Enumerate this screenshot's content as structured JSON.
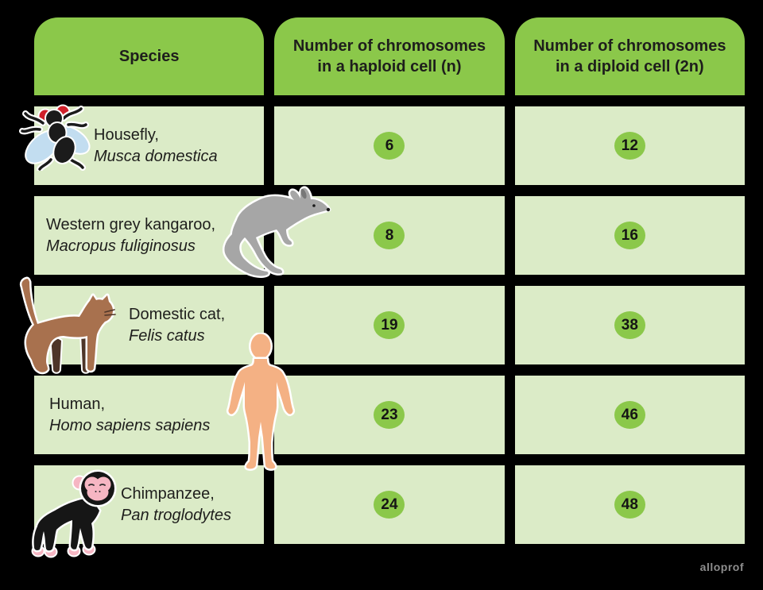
{
  "table": {
    "headers": [
      {
        "label": "Species"
      },
      {
        "label": "Number of chromosomes in a haploid cell (n)"
      },
      {
        "label": "Number of chromosomes in a diploid cell (2n)"
      }
    ],
    "rows": [
      {
        "icon": "housefly-icon",
        "common_name": "Housefly,",
        "scientific_name": "Musca domestica",
        "haploid": "6",
        "diploid": "12"
      },
      {
        "icon": "kangaroo-icon",
        "common_name": "Western grey kangaroo,",
        "scientific_name": "Macropus fuliginosus",
        "haploid": "8",
        "diploid": "16"
      },
      {
        "icon": "cat-icon",
        "common_name": "Domestic cat,",
        "scientific_name": "Felis catus",
        "haploid": "19",
        "diploid": "38"
      },
      {
        "icon": "human-icon",
        "common_name": "Human,",
        "scientific_name": "Homo sapiens sapiens",
        "haploid": "23",
        "diploid": "46"
      },
      {
        "icon": "chimpanzee-icon",
        "common_name": "Chimpanzee,",
        "scientific_name": "Pan troglodytes",
        "haploid": "24",
        "diploid": "48"
      }
    ]
  },
  "watermark": "alloprof",
  "colors": {
    "background": "#000000",
    "header_green": "#8BC84A",
    "row_green": "#DBEBC7",
    "badge_green": "#8BC84A",
    "text": "#1E1E1C",
    "watermark_grey": "#8D8D8D"
  }
}
